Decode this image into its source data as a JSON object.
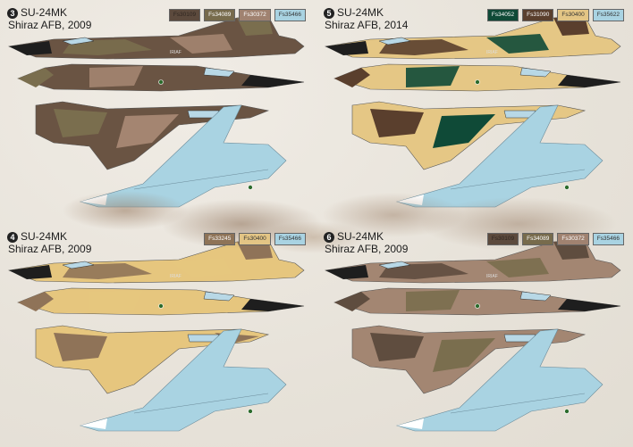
{
  "panels": [
    {
      "id": "3",
      "model": "SU-24MK",
      "base": "Shiraz AFB, 2009",
      "swatches": [
        {
          "code": "Fs30109",
          "color": "#5c4a3d",
          "text": "#2f2620"
        },
        {
          "code": "Fs34089",
          "color": "#776b4c",
          "text": "#ffffff"
        },
        {
          "code": "Fs30372",
          "color": "#a08270",
          "text": "#ffffff"
        },
        {
          "code": "Fs35466",
          "color": "#a9d3e2",
          "text": "#333333"
        }
      ]
    },
    {
      "id": "5",
      "model": "SU-24MK",
      "base": "Shiraz AFB, 2014",
      "swatches": [
        {
          "code": "Fs34052",
          "color": "#0f4a37",
          "text": "#ffffff"
        },
        {
          "code": "Fs31090",
          "color": "#5a3f2d",
          "text": "#ffffff"
        },
        {
          "code": "Fs30400",
          "color": "#e3c585",
          "text": "#333333"
        },
        {
          "code": "Fs35622",
          "color": "#a9d3e2",
          "text": "#333333"
        }
      ]
    },
    {
      "id": "4",
      "model": "SU-24MK",
      "base": "Shiraz AFB, 2009",
      "swatches": [
        {
          "code": "Fs33245",
          "color": "#8e7357",
          "text": "#ffffff"
        },
        {
          "code": "Fs30400",
          "color": "#e3c585",
          "text": "#333333"
        },
        {
          "code": "Fs35466",
          "color": "#a9d3e2",
          "text": "#333333"
        }
      ]
    },
    {
      "id": "6",
      "model": "SU-24MK",
      "base": "Shiraz AFB, 2009",
      "swatches": [
        {
          "code": "Fs30109",
          "color": "#5c4a3d",
          "text": "#2f2620"
        },
        {
          "code": "Fs34089",
          "color": "#776b4c",
          "text": "#ffffff"
        },
        {
          "code": "Fs30372",
          "color": "#a08270",
          "text": "#ffffff"
        },
        {
          "code": "Fs35466",
          "color": "#a9d3e2",
          "text": "#333333"
        }
      ]
    }
  ],
  "camo": {
    "p3": [
      "#6a5443",
      "#7a6e4e",
      "#a48571",
      "#6a5443"
    ],
    "p5": [
      "#e5c785",
      "#5a3f2d",
      "#0f4a37",
      "#e5c785"
    ],
    "p4": [
      "#e6c67e",
      "#8f7358",
      "#e6c67e",
      "#8f7358"
    ],
    "p6": [
      "#a38672",
      "#5f4d3f",
      "#7a6e4e",
      "#a38672"
    ]
  },
  "underside": "#a9d3e2",
  "marking": "IRIAF"
}
